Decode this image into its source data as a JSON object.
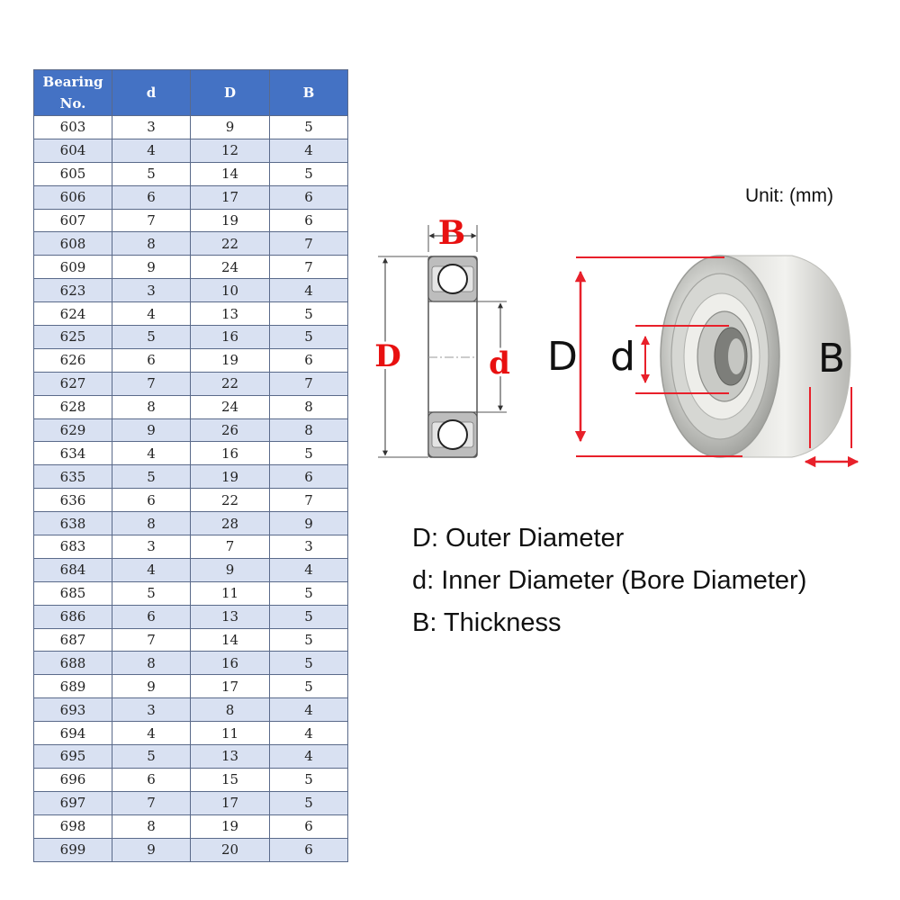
{
  "table": {
    "headers": [
      "Bearing\nNo.",
      "d",
      "D",
      "B"
    ],
    "rows": [
      [
        "603",
        "3",
        "9",
        "5"
      ],
      [
        "604",
        "4",
        "12",
        "4"
      ],
      [
        "605",
        "5",
        "14",
        "5"
      ],
      [
        "606",
        "6",
        "17",
        "6"
      ],
      [
        "607",
        "7",
        "19",
        "6"
      ],
      [
        "608",
        "8",
        "22",
        "7"
      ],
      [
        "609",
        "9",
        "24",
        "7"
      ],
      [
        "623",
        "3",
        "10",
        "4"
      ],
      [
        "624",
        "4",
        "13",
        "5"
      ],
      [
        "625",
        "5",
        "16",
        "5"
      ],
      [
        "626",
        "6",
        "19",
        "6"
      ],
      [
        "627",
        "7",
        "22",
        "7"
      ],
      [
        "628",
        "8",
        "24",
        "8"
      ],
      [
        "629",
        "9",
        "26",
        "8"
      ],
      [
        "634",
        "4",
        "16",
        "5"
      ],
      [
        "635",
        "5",
        "19",
        "6"
      ],
      [
        "636",
        "6",
        "22",
        "7"
      ],
      [
        "638",
        "8",
        "28",
        "9"
      ],
      [
        "683",
        "3",
        "7",
        "3"
      ],
      [
        "684",
        "4",
        "9",
        "4"
      ],
      [
        "685",
        "5",
        "11",
        "5"
      ],
      [
        "686",
        "6",
        "13",
        "5"
      ],
      [
        "687",
        "7",
        "14",
        "5"
      ],
      [
        "688",
        "8",
        "16",
        "5"
      ],
      [
        "689",
        "9",
        "17",
        "5"
      ],
      [
        "693",
        "3",
        "8",
        "4"
      ],
      [
        "694",
        "4",
        "11",
        "4"
      ],
      [
        "695",
        "5",
        "13",
        "4"
      ],
      [
        "696",
        "6",
        "15",
        "5"
      ],
      [
        "697",
        "7",
        "17",
        "5"
      ],
      [
        "698",
        "8",
        "19",
        "6"
      ],
      [
        "699",
        "9",
        "20",
        "6"
      ]
    ]
  },
  "unit": "Unit: (mm)",
  "diagram": {
    "label_B": "B",
    "label_D": "D",
    "label_d": "d",
    "label_color": "#e81010"
  },
  "photo": {
    "label_D": "D",
    "label_d": "d",
    "label_B": "B",
    "arrow_color": "#e8202a"
  },
  "legend": {
    "D": "D: Outer Diameter",
    "d": "d: Inner Diameter (Bore Diameter)",
    "B": "B: Thickness"
  }
}
